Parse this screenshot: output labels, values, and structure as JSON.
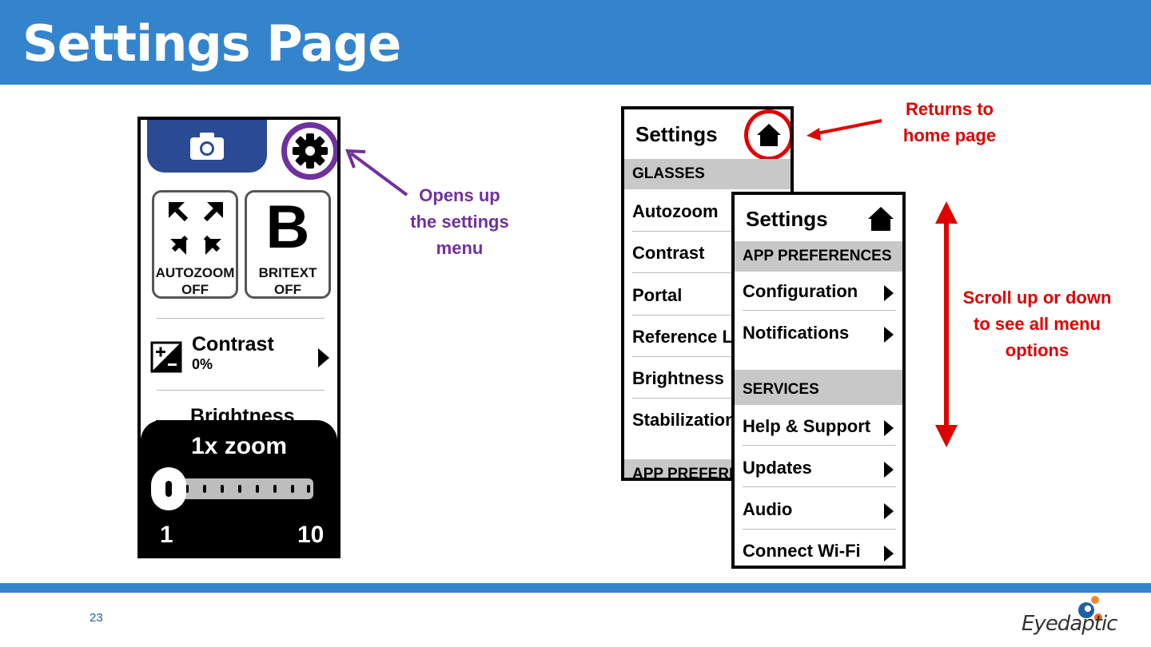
{
  "slide": {
    "title": "Settings Page",
    "page_number": "23",
    "brand": "Eyedaptic",
    "colors": {
      "header": "#3483cd",
      "purple": "#7030a0",
      "red": "#e00000",
      "navy": "#2a4a94"
    }
  },
  "home_screen": {
    "camera_icon": "camera-icon",
    "settings_icon": "gear-icon",
    "tiles": [
      {
        "icon": "expand-arrows-icon",
        "line1": "AUTOZOOM",
        "line2": "OFF"
      },
      {
        "icon": "letter-b-icon",
        "glyph": "B",
        "line1": "BRITEXT",
        "line2": "OFF"
      }
    ],
    "contrast": {
      "label": "Contrast",
      "value": "0%"
    },
    "brightness": {
      "label": "Brightness"
    },
    "zoom": {
      "title": "1x zoom",
      "min": "1",
      "max": "10",
      "level": 1
    }
  },
  "annotations": {
    "settings": [
      "Opens up",
      "the settings",
      "menu"
    ],
    "home": [
      "Returns to",
      "home page"
    ],
    "scroll": [
      "Scroll up or down",
      "to see all menu",
      "options"
    ]
  },
  "settings_screen_back": {
    "title": "Settings",
    "section1": "GLASSES",
    "items": [
      "Autozoom",
      "Contrast",
      "Portal",
      "Reference L",
      "Brightness",
      "Stabilization"
    ],
    "section2": "APP PREFERE"
  },
  "settings_screen_front": {
    "title": "Settings",
    "section1": "APP PREFERENCES",
    "section1_items": [
      "Configuration",
      "Notifications"
    ],
    "section2": "SERVICES",
    "section2_items": [
      "Help & Support",
      "Updates",
      "Audio",
      "Connect Wi-Fi"
    ]
  }
}
